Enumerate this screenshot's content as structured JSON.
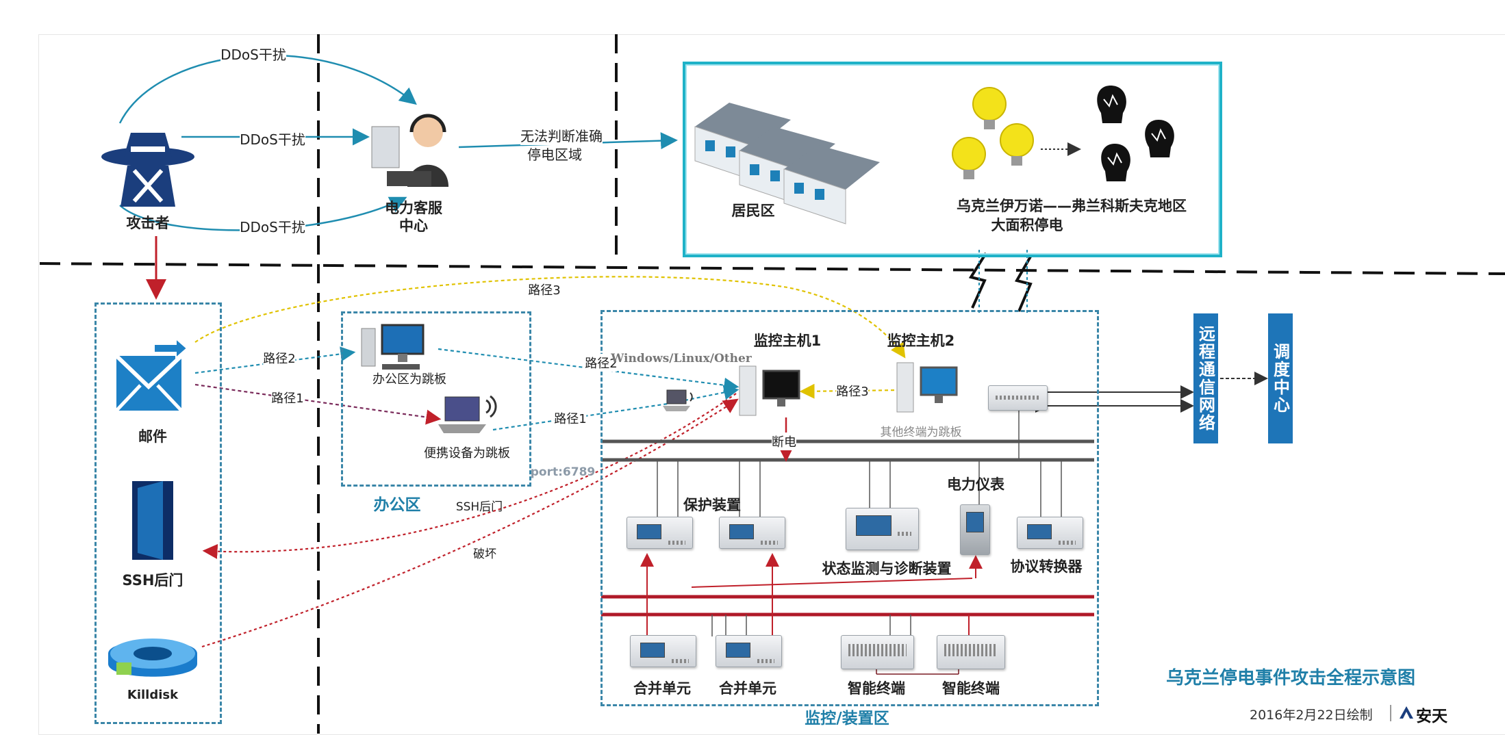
{
  "top": {
    "attacker": "攻击者",
    "ddos1": "DDoS干扰",
    "ddos2": "DDoS干扰",
    "ddos3": "DDoS干扰",
    "service_center_line1": "电力客服",
    "service_center_line2": "中心",
    "misjudge_line1": "无法判断准确",
    "misjudge_line2": "停电区域",
    "residential": "居民区",
    "outage_line1": "乌克兰伊万诺——弗兰科斯夫克地区",
    "outage_line2": "大面积停电"
  },
  "left": {
    "mail": "邮件",
    "ssh_backdoor": "SSH后门",
    "killdisk": "Killdisk"
  },
  "office": {
    "zone_label": "办公区",
    "springboard_office": "办公区为跳板",
    "springboard_portable": "便携设备为跳板"
  },
  "paths": {
    "path1_a": "路径1",
    "path2_a": "路径2",
    "path3_a": "路径3",
    "path2_b": "路径2",
    "path1_b": "路径1",
    "path3_b": "路径3",
    "ssh_link": "SSH后门",
    "destroy": "破坏",
    "port": "port:6789",
    "power_cut": "断电"
  },
  "control": {
    "host1": "监控主机1",
    "host2": "监控主机2",
    "os": "Windows/Linux/Other",
    "other_terminal": "其他终端为跳板",
    "protection": "保护装置",
    "meter": "电力仪表",
    "monitor_diag": "状态监测与诊断装置",
    "protocol_conv": "协议转换器",
    "merge1": "合并单元",
    "merge2": "合并单元",
    "smart1": "智能终端",
    "smart2": "智能终端",
    "zone_label": "监控/装置区"
  },
  "right": {
    "remote_net": "远程通信网络",
    "dispatch": "调度中心"
  },
  "footer": {
    "title": "乌克兰停电事件攻击全程示意图",
    "credit": "2016年2月22日绘制",
    "brand": "安天"
  },
  "colors": {
    "teal": "#1f8db0",
    "red": "#c0202a",
    "blue": "#1e75b8",
    "bus": "#555555"
  }
}
